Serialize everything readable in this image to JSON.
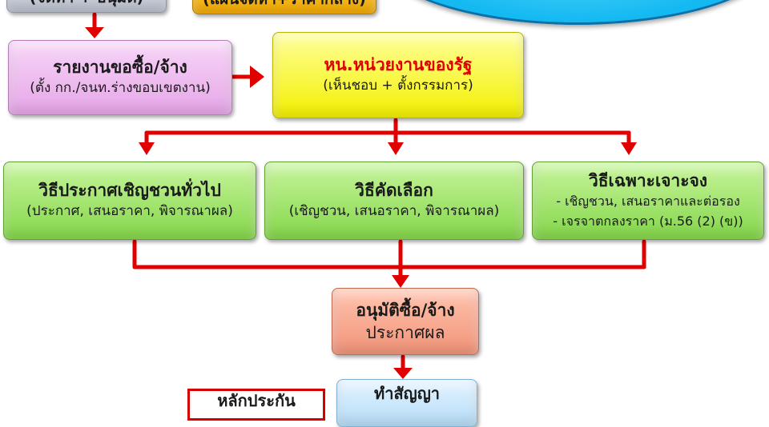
{
  "colors": {
    "connector": "#e00000"
  },
  "boxes": {
    "top_left": {
      "text": "(จัดทำ + อนุมัติ)"
    },
    "top_middle": {
      "text": "(แผนจัดหา+ราคากลาง)"
    },
    "request": {
      "title": "รายงานขอซื้อ/จ้าง",
      "subtitle": "(ตั้ง กก./จนท.ร่างขอบเขตงาน)"
    },
    "head": {
      "title": "หน.หน่วยงานของรัฐ",
      "subtitle": "(เห็นชอบ + ตั้งกรรมการ)"
    },
    "method_general": {
      "title": "วิธีประกาศเชิญชวนทั่วไป",
      "subtitle": "(ประกาศ, เสนอราคา, พิจารณาผล)"
    },
    "method_selective": {
      "title": "วิธีคัดเลือก",
      "subtitle": "(เชิญชวน, เสนอราคา, พิจารณาผล)"
    },
    "method_specific": {
      "title": "วิธีเฉพาะเจาะจง",
      "line1": "- เชิญชวน, เสนอราคาและต่อรอง",
      "line2": "- เจรจาตกลงราคา (ม.56 (2) (ข))"
    },
    "approve": {
      "title": "อนุมัติซื้อ/จ้าง",
      "subtitle": "ประกาศผล"
    },
    "contract": {
      "title": "ทำสัญญา"
    },
    "guarantee": {
      "title": "หลักประกัน"
    }
  }
}
